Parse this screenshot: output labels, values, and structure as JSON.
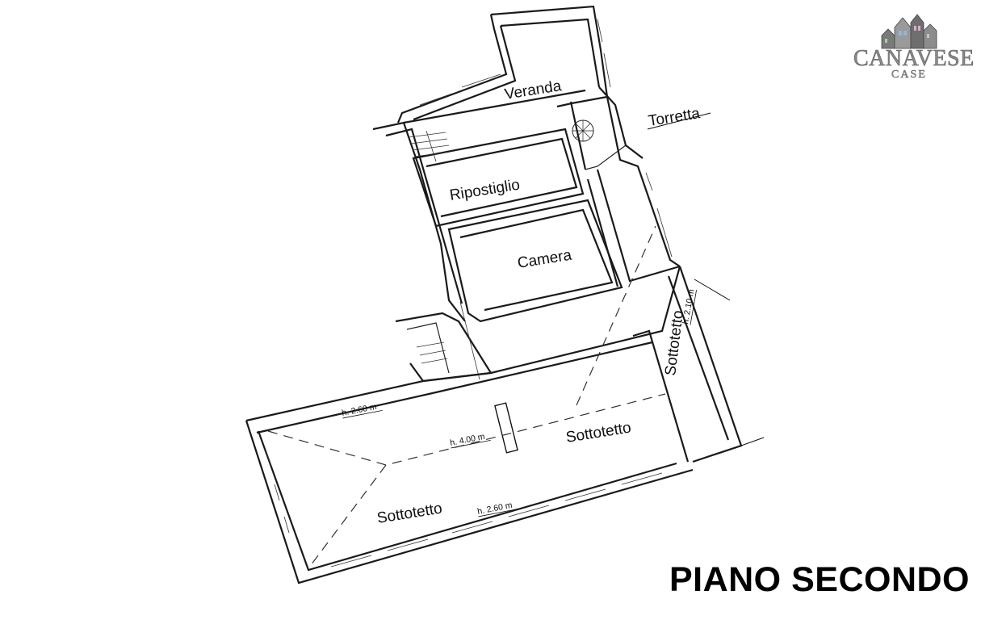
{
  "floor_title": "PIANO SECONDO",
  "logo": {
    "brand": "CANAVESE",
    "sub": "CASE"
  },
  "rooms": {
    "veranda": "Veranda",
    "torretta": "Torretta",
    "ripostiglio": "Ripostiglio",
    "camera": "Camera",
    "sottotetto_right": "Sottotetto",
    "sottotetto_center": "Sottotetto",
    "sottotetto_main": "Sottotetto"
  },
  "heights": {
    "top": "h. 2.60 m",
    "ridge": "h. 4.00 m",
    "bottom": "h. 2.60 m",
    "right": "h. 2.10 m"
  },
  "colors": {
    "line": "#1a1a1a",
    "logo_gray": "#8a8a8a",
    "logo_accent": "#8fb8d8"
  }
}
